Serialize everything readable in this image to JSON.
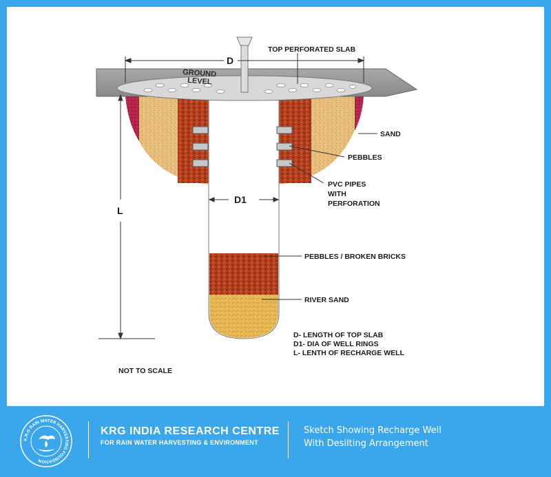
{
  "diagram": {
    "dimension_d": "D",
    "dimension_d1": "D1",
    "dimension_l": "L",
    "ground_level_line1": "GROUND",
    "ground_level_line2": "LEVEL",
    "labels": {
      "top_slab": "TOP PERFORATED SLAB",
      "sand": "SAND",
      "pebbles": "PEBBLES",
      "pvc_line1": "PVC PIPES",
      "pvc_line2": "WITH",
      "pvc_line3": "PERFORATION",
      "pebbles_bricks": "PEBBLES / BROKEN BRICKS",
      "river_sand": "RIVER SAND"
    },
    "legend": [
      "D- LENGTH OF TOP SLAB",
      "D1- DIA OF WELL RINGS",
      "L- LENTH OF RECHARGE WELL"
    ],
    "scale_note": "NOT TO SCALE",
    "colors": {
      "slab": "#9a9a9a",
      "brick": "#b23a1e",
      "sand": "#e9bf7a",
      "river_sand": "#e3b44c"
    }
  },
  "footer": {
    "logo_icon": "rain-water-harvesting-logo",
    "logo_text": "K.R.G RAIN WATER HARVESTING FOUNDATION",
    "org_name": "KRG INDIA RESEARCH CENTRE",
    "org_sub": "FOR RAIN WATER HARVESTING & ENVIRONMENT",
    "caption_line1": "Sketch Showing Recharge Well",
    "caption_line2": "With Desilting Arrangement"
  }
}
